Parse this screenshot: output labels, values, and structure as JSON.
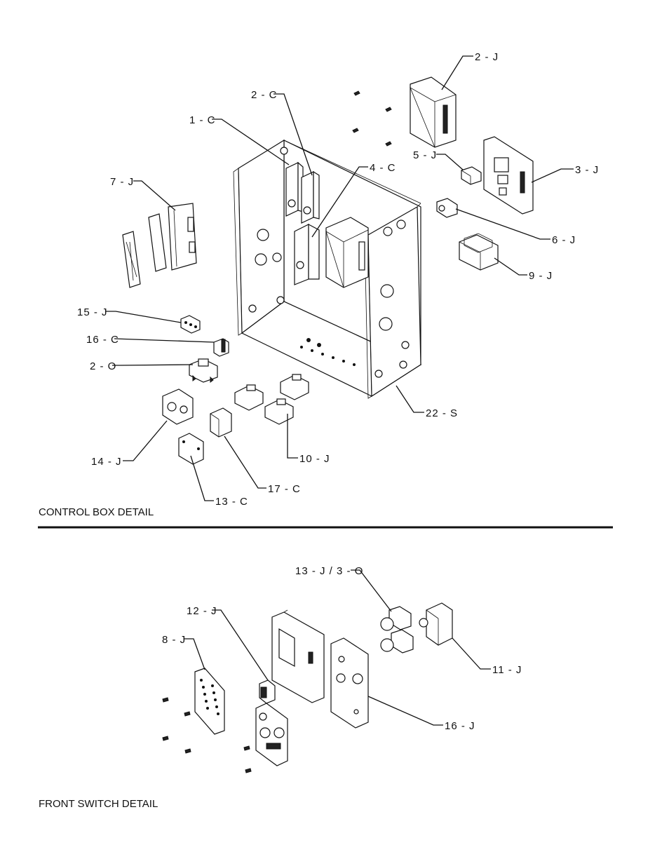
{
  "sections": {
    "control_box": {
      "title": "CONTROL BOX DETAIL"
    },
    "front_switch": {
      "title": "FRONT SWITCH DETAIL"
    }
  },
  "callouts": {
    "c_2J": "2 - J",
    "c_2C": "2 - C",
    "c_1C": "1 - C",
    "c_4C": "4 - C",
    "c_5J": "5 - J",
    "c_3J": "3 - J",
    "c_7J": "7 - J",
    "c_6J": "6 - J",
    "c_9J": "9 - J",
    "c_15J": "15 - J",
    "c_16C": "16 - C",
    "c_2O": "2 - O",
    "c_22S": "22 - S",
    "c_10J": "10 - J",
    "c_14J": "14 - J",
    "c_17C": "17 - C",
    "c_13C": "13 - C",
    "c_13J3O": "13 - J / 3 - O",
    "c_12J": "12 - J",
    "c_8J": "8 - J",
    "c_11J": "11 - J",
    "c_16J": "16 - J"
  }
}
